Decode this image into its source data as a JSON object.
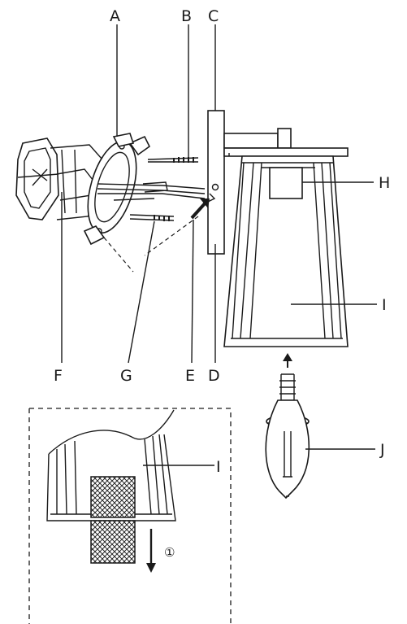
{
  "labels": {
    "A": "A",
    "B": "B",
    "C": "C",
    "D": "D",
    "E": "E",
    "F": "F",
    "G": "G",
    "H": "H",
    "I": "I",
    "J": "J",
    "I_detail": "I"
  },
  "step_marker": "①"
}
